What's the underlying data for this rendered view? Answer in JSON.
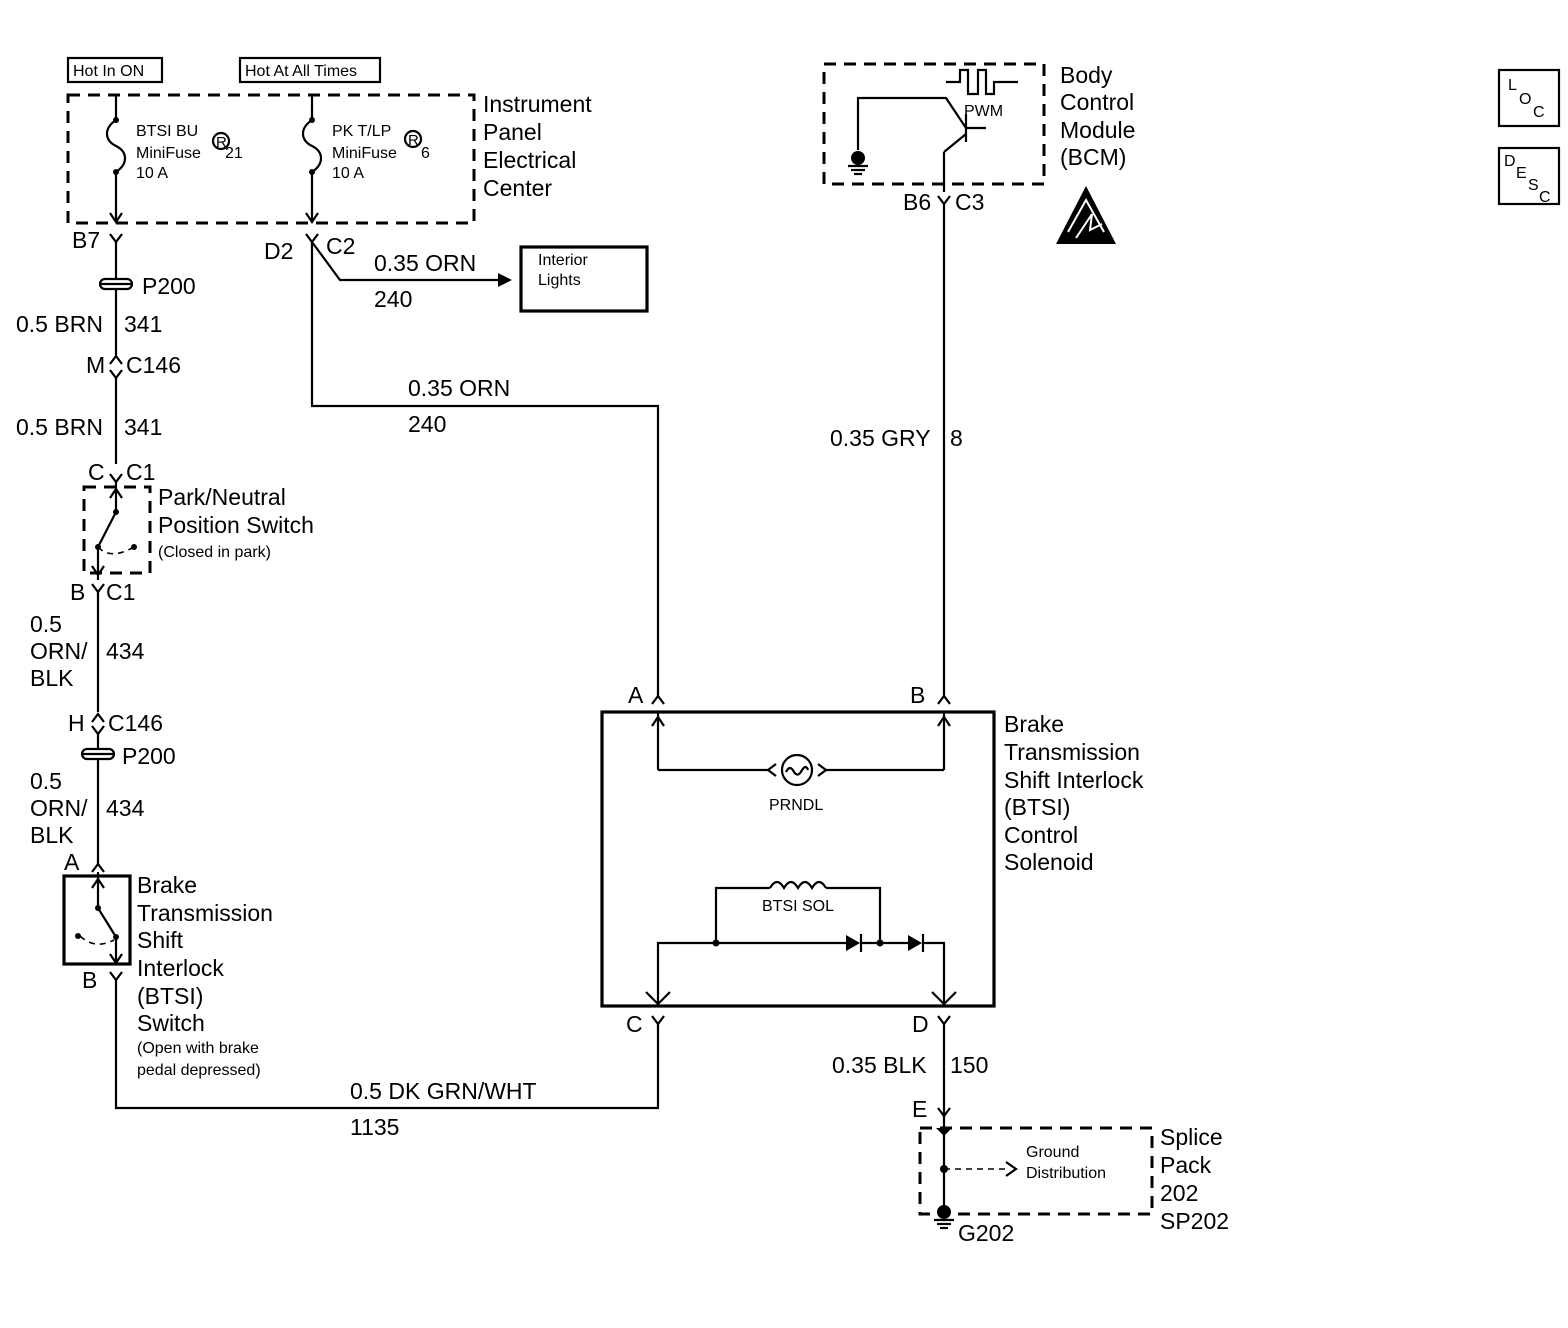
{
  "labels": {
    "hot_in_on": "Hot In ON",
    "hot_at_all_times": "Hot At All Times",
    "ipec": [
      "Instrument",
      "Panel",
      "Electrical",
      "Center"
    ],
    "fuse1": [
      "BTSI BU",
      "MiniFuse",
      "21",
      "10  A"
    ],
    "fuse2": [
      "PK T/LP",
      "MiniFuse",
      "6",
      "10 A"
    ],
    "registered_mark": "R",
    "bcm": [
      "Body",
      "Control",
      "Module",
      "(BCM)"
    ],
    "pwm": "PWM",
    "interior_lights": [
      "Interior",
      "Lights"
    ],
    "btsi_solenoid": [
      "Brake",
      "Transmission",
      "Shift Interlock",
      "(BTSI)",
      "Control",
      "Solenoid"
    ],
    "prndl": "PRNDL",
    "btsi_sol": "BTSI SOL",
    "pn_switch": [
      "Park/Neutral",
      "Position Switch",
      "(Closed in park)"
    ],
    "btsi_switch": [
      "Brake",
      "Transmission",
      "Shift",
      "Interlock",
      "(BTSI)",
      "Switch",
      "(Open with brake",
      "pedal depressed)"
    ],
    "ground_distribution": [
      "Ground",
      "Distribution"
    ],
    "splice_pack": [
      "Splice",
      "Pack",
      "202",
      "SP202"
    ],
    "g202": "G202",
    "loc": [
      "L",
      "O",
      "C"
    ],
    "desc": [
      "D",
      "E",
      "S",
      "C"
    ]
  },
  "connectors": {
    "b7": "B7",
    "d2": "D2",
    "c2": "C2",
    "p200_top": "P200",
    "m": "M",
    "c146_top": "C146",
    "c_pn": "C",
    "c1_top": "C1",
    "b_pn": "B",
    "c1_bottom": "C1",
    "h": "H",
    "c146_bottom": "C146",
    "p200_bottom": "P200",
    "a_sw": "A",
    "b_sw": "B",
    "b6": "B6",
    "c3": "C3",
    "sol_a": "A",
    "sol_b": "B",
    "sol_c": "C",
    "sol_d": "D",
    "e": "E"
  },
  "wires": {
    "orn_lights_gauge": "0.35 ORN",
    "orn_lights_circuit": "240",
    "orn_main_gauge": "0.35 ORN",
    "orn_main_circuit": "240",
    "brn_upper_gauge": "0.5 BRN",
    "brn_upper_circuit": "341",
    "brn_lower_gauge": "0.5 BRN",
    "brn_lower_circuit": "341",
    "ornblk_upper_gauge": [
      "0.5",
      "ORN/",
      "BLK"
    ],
    "ornblk_upper_circuit": "434",
    "ornblk_lower_gauge": [
      "0.5",
      "ORN/",
      "BLK"
    ],
    "ornblk_lower_circuit": "434",
    "gry_gauge": "0.35 GRY",
    "gry_circuit": "8",
    "blk_gauge": "0.35 BLK",
    "blk_circuit": "150",
    "dkgrn_gauge": "0.5 DK GRN/WHT",
    "dkgrn_circuit": "1135"
  }
}
